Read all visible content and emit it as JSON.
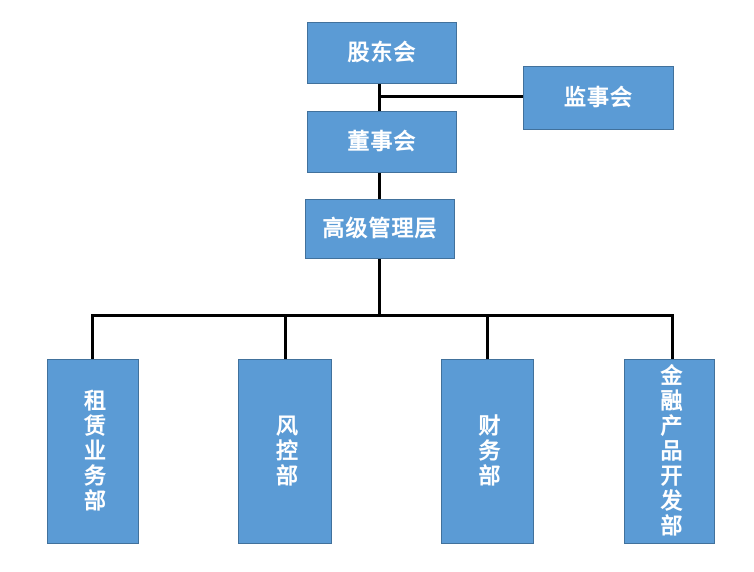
{
  "diagram": {
    "type": "org-chart",
    "background": "#FFFFFF",
    "colors": {
      "node_fill": "#5B9BD5",
      "node_border": "#41719C",
      "node_text": "#FFFFFF",
      "connector": "#000000"
    },
    "nodes": [
      {
        "id": "shareholders-meeting",
        "label": "股东会",
        "orientation": "horizontal"
      },
      {
        "id": "supervisory-board",
        "label": "监事会",
        "orientation": "horizontal"
      },
      {
        "id": "board-of-directors",
        "label": "董事会",
        "orientation": "horizontal"
      },
      {
        "id": "senior-management",
        "label": "高级管理层",
        "orientation": "horizontal"
      },
      {
        "id": "leasing-business-dept",
        "label": "租赁业务部",
        "orientation": "vertical"
      },
      {
        "id": "risk-control-dept",
        "label": "风控部",
        "orientation": "vertical"
      },
      {
        "id": "finance-dept",
        "label": "财务部",
        "orientation": "vertical"
      },
      {
        "id": "financial-product-dev-dept",
        "label": "金融产品开发部",
        "orientation": "vertical"
      }
    ],
    "edges": [
      {
        "from": "shareholders-meeting",
        "to": "board-of-directors"
      },
      {
        "from": "shareholders-meeting",
        "to": "supervisory-board"
      },
      {
        "from": "board-of-directors",
        "to": "senior-management"
      },
      {
        "from": "senior-management",
        "to": "leasing-business-dept"
      },
      {
        "from": "senior-management",
        "to": "risk-control-dept"
      },
      {
        "from": "senior-management",
        "to": "finance-dept"
      },
      {
        "from": "senior-management",
        "to": "financial-product-dev-dept"
      }
    ]
  }
}
